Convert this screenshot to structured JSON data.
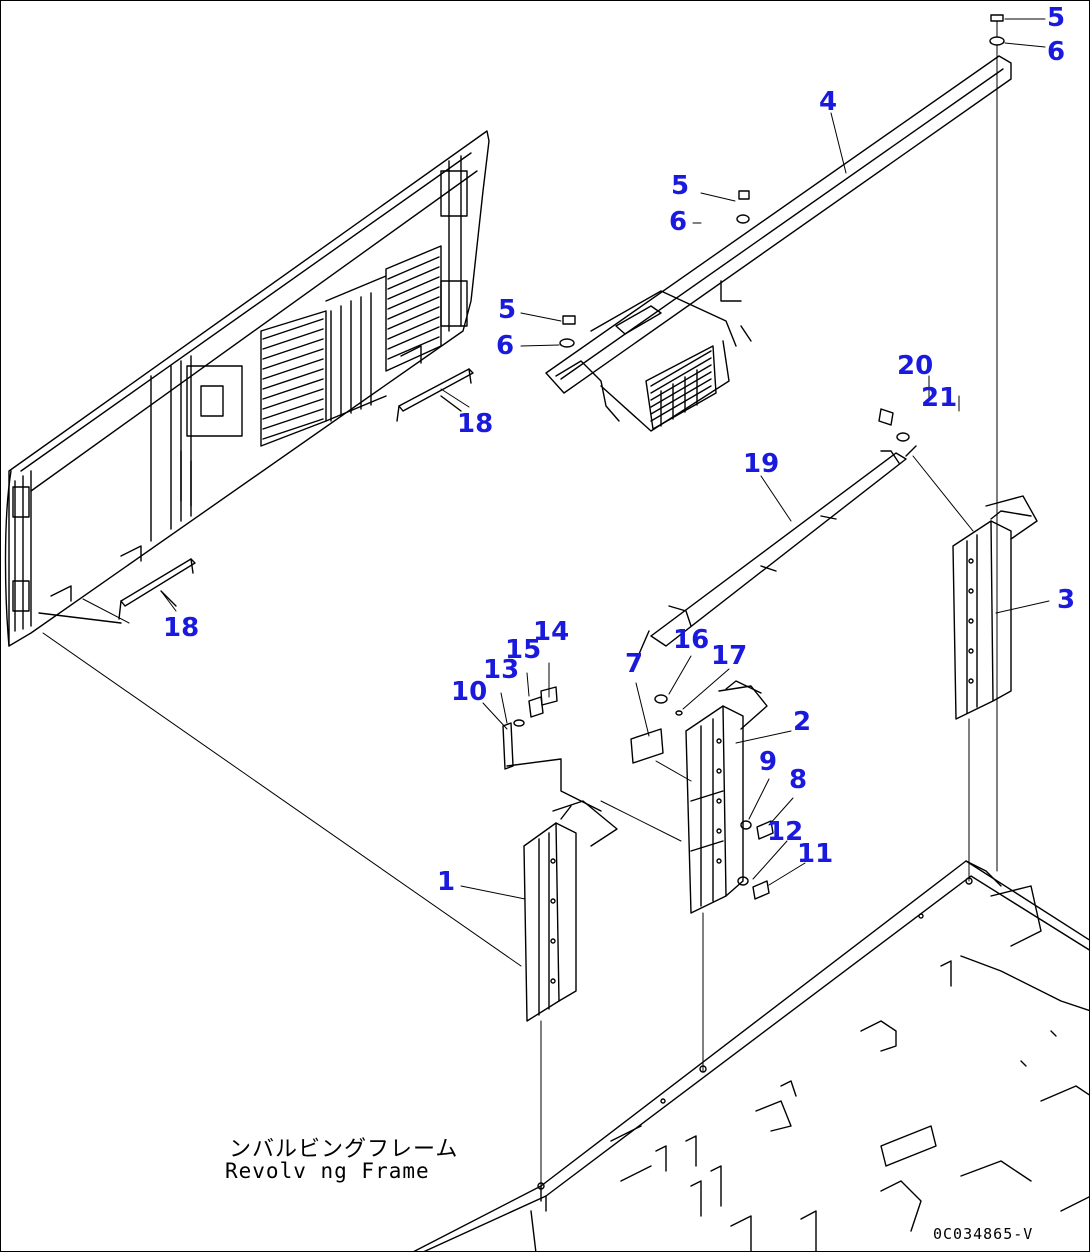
{
  "colors": {
    "callout": "#1a1adf",
    "line": "#000000",
    "background": "#ffffff"
  },
  "callouts": [
    {
      "id": "c5a",
      "text": "5"
    },
    {
      "id": "c6a",
      "text": "6"
    },
    {
      "id": "c4",
      "text": "4"
    },
    {
      "id": "c5b",
      "text": "5"
    },
    {
      "id": "c6b",
      "text": "6"
    },
    {
      "id": "c5c",
      "text": "5"
    },
    {
      "id": "c6c",
      "text": "6"
    },
    {
      "id": "c20",
      "text": "20"
    },
    {
      "id": "c21",
      "text": "21"
    },
    {
      "id": "c18a",
      "text": "18"
    },
    {
      "id": "c19",
      "text": "19"
    },
    {
      "id": "c3",
      "text": "3"
    },
    {
      "id": "c18b",
      "text": "18"
    },
    {
      "id": "c14",
      "text": "14"
    },
    {
      "id": "c15",
      "text": "15"
    },
    {
      "id": "c16",
      "text": "16"
    },
    {
      "id": "c17",
      "text": "17"
    },
    {
      "id": "c7",
      "text": "7"
    },
    {
      "id": "c13",
      "text": "13"
    },
    {
      "id": "c10",
      "text": "10"
    },
    {
      "id": "c2",
      "text": "2"
    },
    {
      "id": "c9",
      "text": "9"
    },
    {
      "id": "c8",
      "text": "8"
    },
    {
      "id": "c12",
      "text": "12"
    },
    {
      "id": "c11",
      "text": "11"
    },
    {
      "id": "c1",
      "text": "1"
    }
  ],
  "frame_label_jp": "ンバルビングフレーム",
  "frame_label_en": "Revolv ng Frame",
  "drawing_number": "0C034865-V"
}
